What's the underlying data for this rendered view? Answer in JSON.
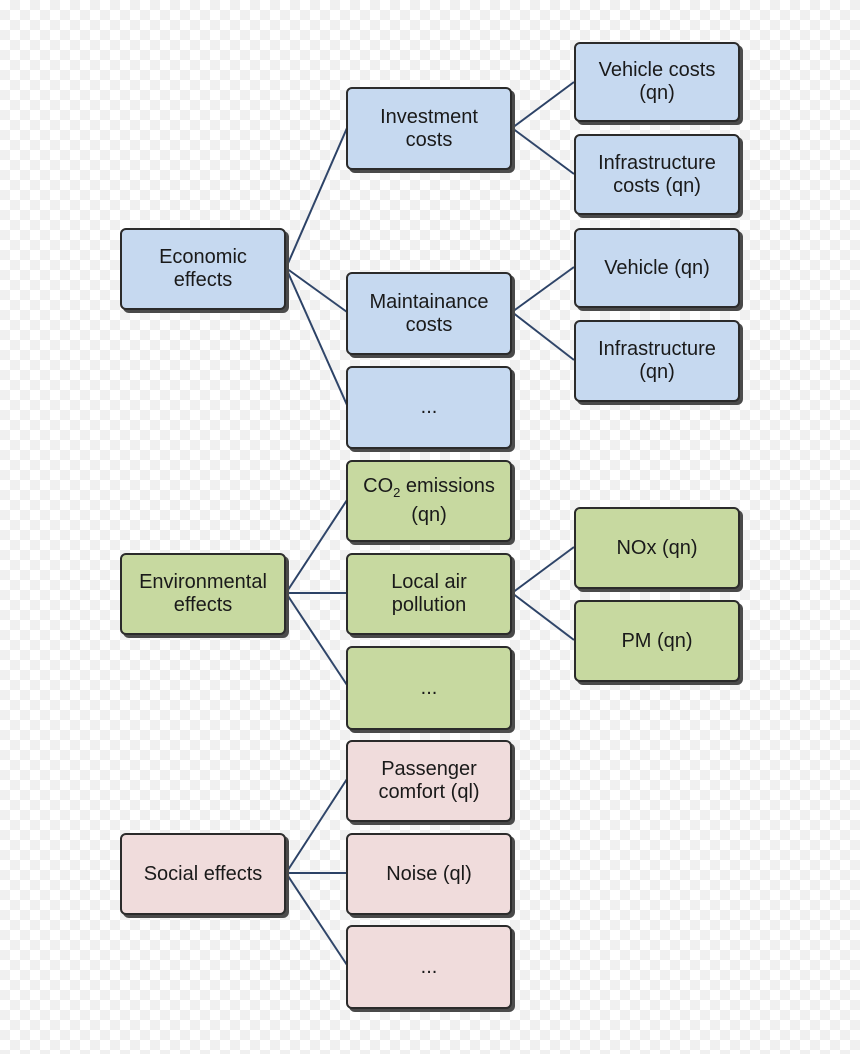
{
  "colors": {
    "economic": "#c6d9f0",
    "environmental": "#c7d9a0",
    "social": "#f0dcdc",
    "border": "#2b2b2b",
    "connector": "#2e4468"
  },
  "economic": {
    "root": "Economic\neffects",
    "investment": "Investment\ncosts",
    "vehicle_costs": "Vehicle costs\n(qn)",
    "infrastructure_costs": "Infrastructure\ncosts (qn)",
    "maintainance": "Maintainance\ncosts",
    "vehicle": "Vehicle (qn)",
    "infrastructure": "Infrastructure\n(qn)",
    "more": "..."
  },
  "environmental": {
    "root": "Environmental\neffects",
    "co2_prefix": "CO",
    "co2_sub": "2",
    "co2_suffix": " emissions",
    "co2_line2": "(qn)",
    "local_air": "Local air\npollution",
    "nox": "NOx (qn)",
    "pm": "PM (qn)",
    "more": "..."
  },
  "social": {
    "root": "Social effects",
    "passenger": "Passenger\ncomfort (ql)",
    "noise": "Noise (ql)",
    "more": "..."
  }
}
